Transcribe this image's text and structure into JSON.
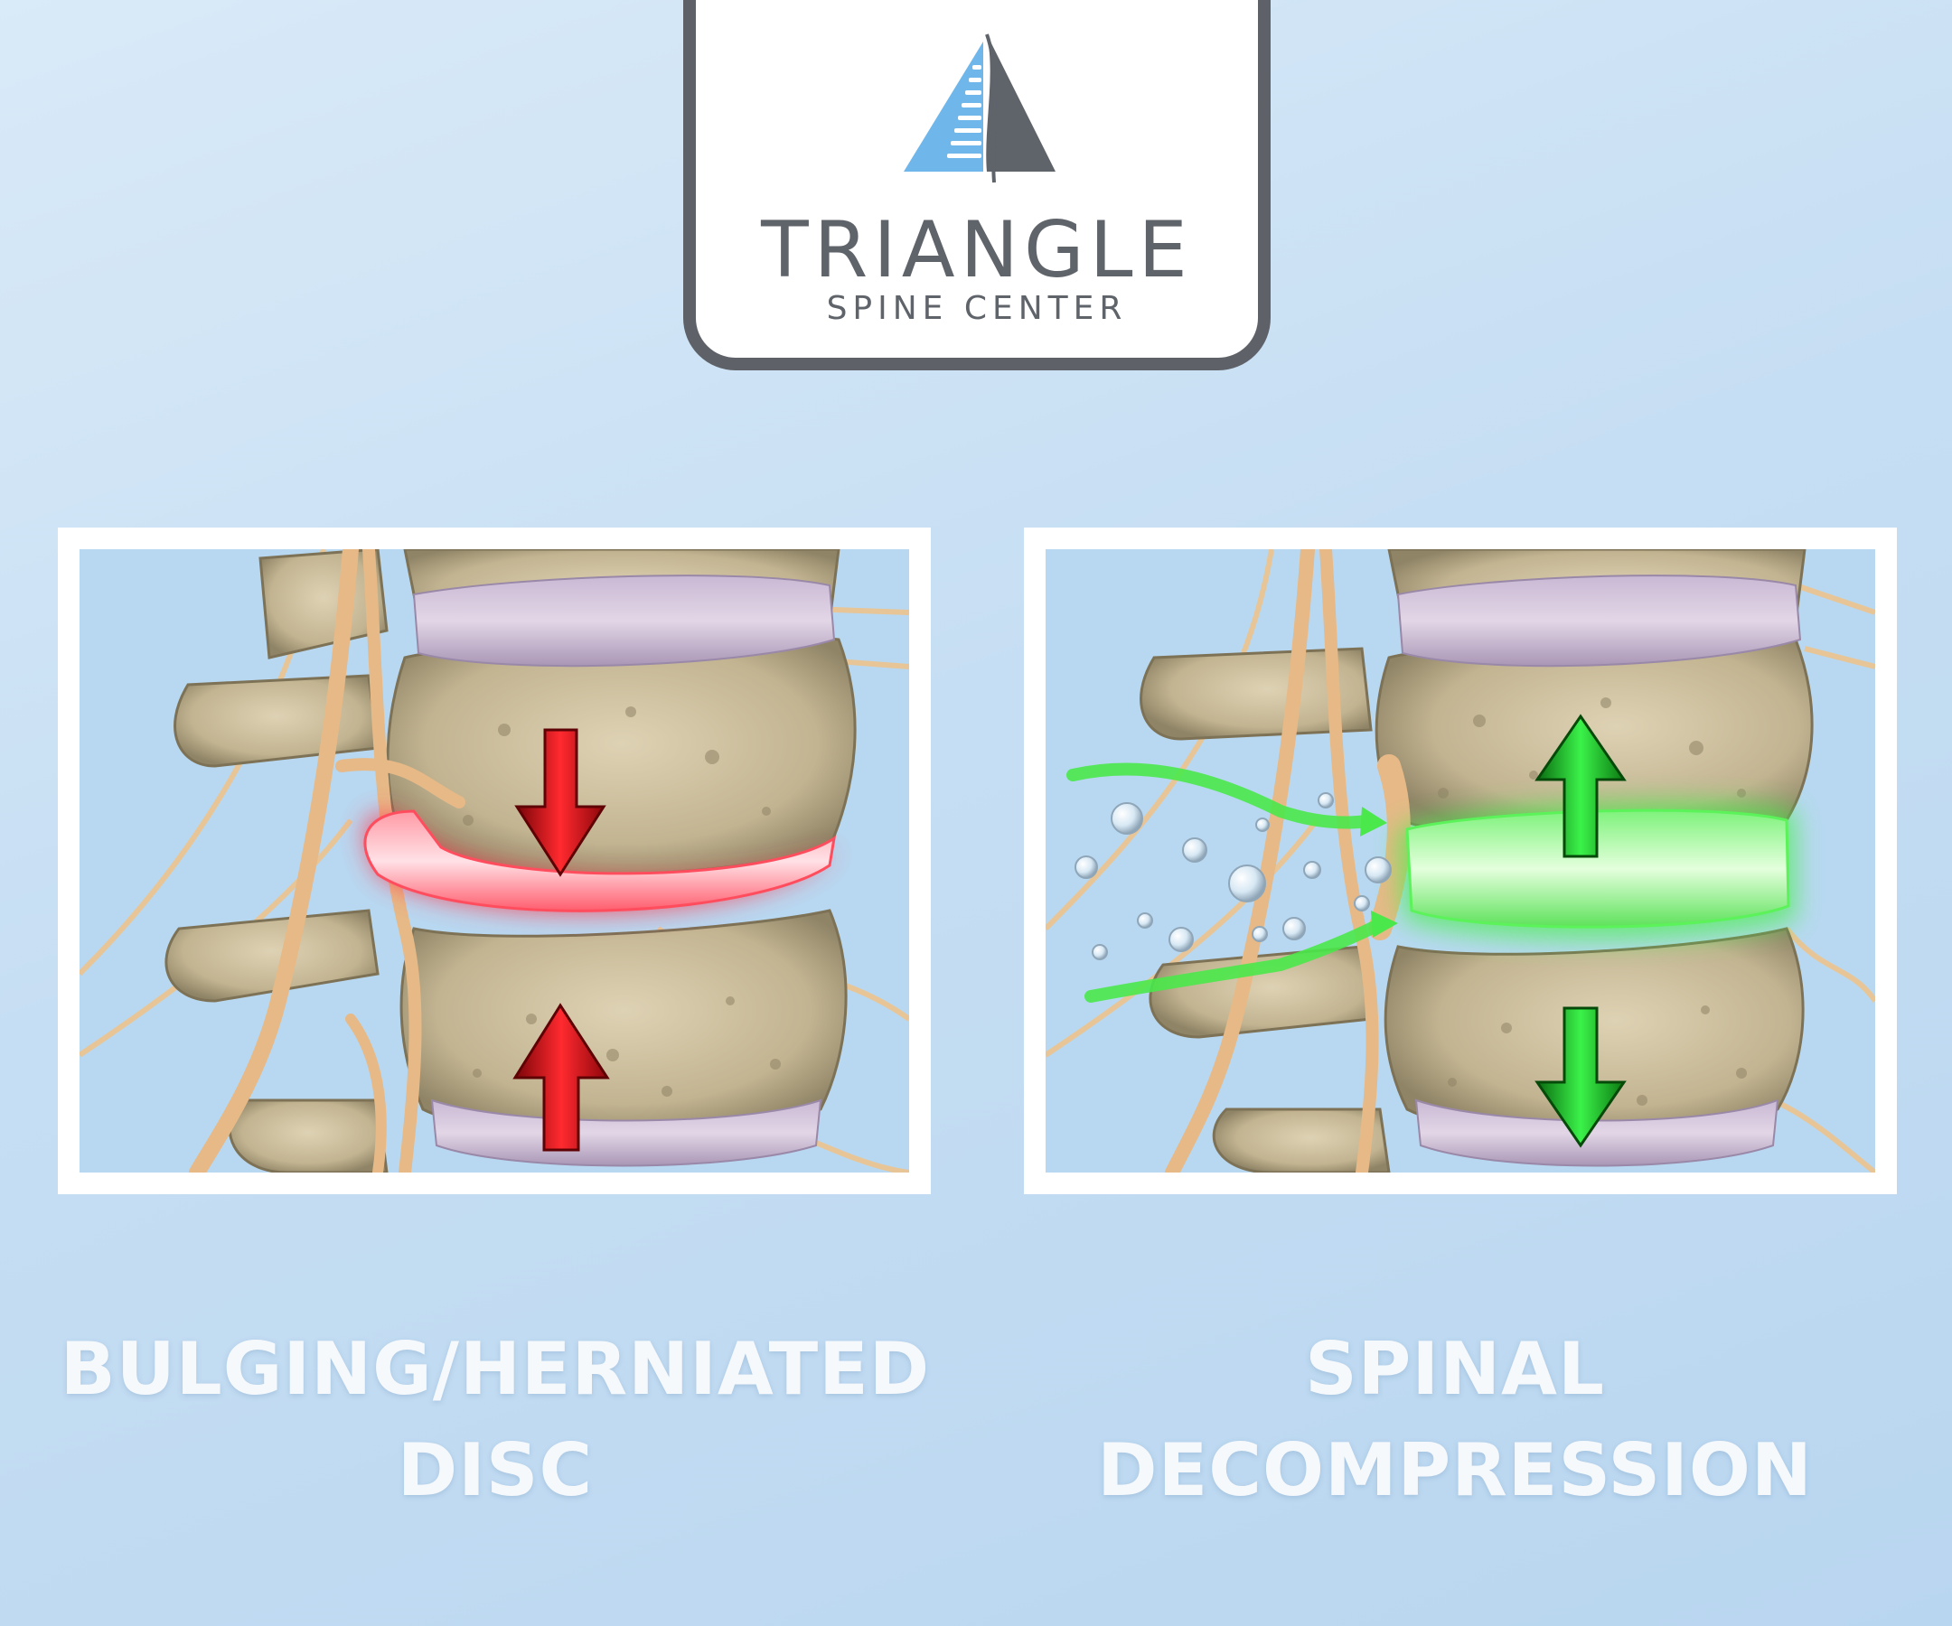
{
  "brand": {
    "title": "TRIANGLE",
    "subtitle": "SPINE CENTER",
    "logo_icon": "spine-triangle-logo-icon",
    "colors": {
      "accent_blue": "#6bb4e8",
      "gray": "#5f636a"
    }
  },
  "panels": [
    {
      "id": "left",
      "caption_line1": "BULGING/HERNIATED",
      "caption_line2": "DISC",
      "arrow_color": "#d9141b",
      "disc_glow_color": "#ff4d5e",
      "arrow_directions": [
        "down",
        "up"
      ]
    },
    {
      "id": "right",
      "caption_line1": "SPINAL",
      "caption_line2": "DECOMPRESSION",
      "arrow_color": "#2bd43a",
      "disc_glow_color": "#5cf25a",
      "arrow_directions": [
        "up",
        "down"
      ]
    }
  ]
}
